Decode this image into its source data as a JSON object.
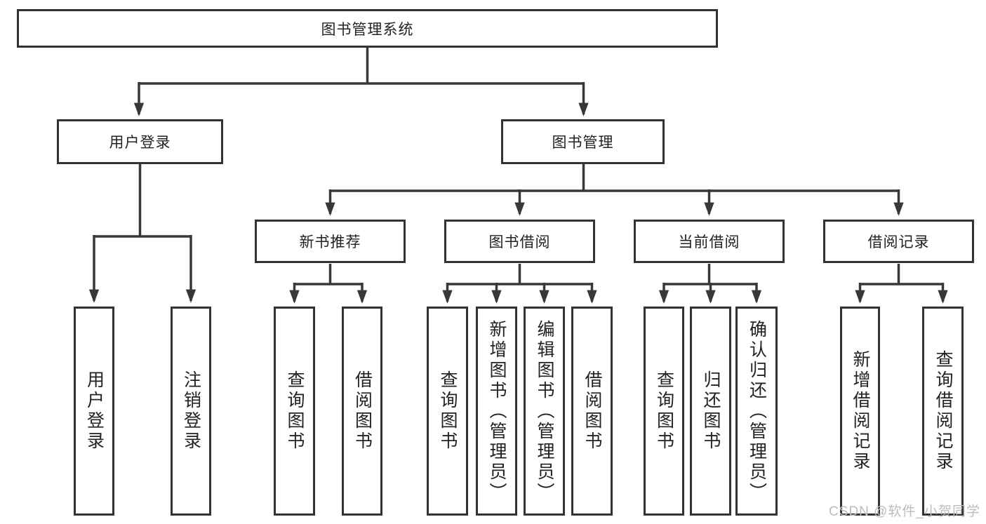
{
  "title": {
    "label": "图书管理系统"
  },
  "nodes": {
    "user_login": {
      "label": "用户登录"
    },
    "book_mgmt": {
      "label": "图书管理"
    },
    "new_book": {
      "label": "新书推荐"
    },
    "borrow": {
      "label": "图书借阅"
    },
    "current": {
      "label": "当前借阅"
    },
    "records": {
      "label": "借阅记录"
    }
  },
  "leaves": [
    {
      "label": "用户登录",
      "parent": "用户登录"
    },
    {
      "label": "注销登录",
      "parent": "用户登录"
    },
    {
      "label": "查询图书",
      "parent": "新书推荐"
    },
    {
      "label": "借阅图书",
      "parent": "新书推荐"
    },
    {
      "label": "查询图书",
      "parent": "图书借阅"
    },
    {
      "label": "新增图书（管理员）",
      "parent": "图书借阅"
    },
    {
      "label": "编辑图书（管理员）",
      "parent": "图书借阅"
    },
    {
      "label": "借阅图书",
      "parent": "图书借阅"
    },
    {
      "label": "查询图书",
      "parent": "当前借阅"
    },
    {
      "label": "归还图书",
      "parent": "当前借阅"
    },
    {
      "label": "确认归还（管理员）",
      "parent": "当前借阅"
    },
    {
      "label": "新增借阅记录",
      "parent": "借阅记录"
    },
    {
      "label": "查询借阅记录",
      "parent": "借阅记录"
    }
  ],
  "hierarchy": {
    "图书管理系统": [
      "用户登录",
      "图书管理"
    ],
    "图书管理": [
      "新书推荐",
      "图书借阅",
      "当前借阅",
      "借阅记录"
    ]
  },
  "watermark": {
    "text": "CSDN @软件_小贺同学"
  },
  "colors": {
    "line": "#383838",
    "box_border": "#333333",
    "text": "#222222",
    "watermark": "#bcbcbc",
    "background": "#ffffff"
  }
}
